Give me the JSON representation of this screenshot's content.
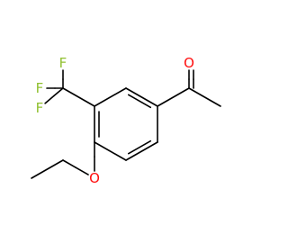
{
  "molecule": {
    "atoms": [
      {
        "id": "ring-c1",
        "element": "C",
        "label": ""
      },
      {
        "id": "ring-c2",
        "element": "C",
        "label": ""
      },
      {
        "id": "ring-c3",
        "element": "C",
        "label": ""
      },
      {
        "id": "ring-c4",
        "element": "C",
        "label": ""
      },
      {
        "id": "ring-c5",
        "element": "C",
        "label": ""
      },
      {
        "id": "ring-c6",
        "element": "C",
        "label": ""
      },
      {
        "id": "carbonyl-c",
        "element": "C",
        "label": ""
      },
      {
        "id": "carbonyl-o",
        "element": "O",
        "label": "O"
      },
      {
        "id": "acetyl-methyl",
        "element": "C",
        "label": ""
      },
      {
        "id": "cf3-c",
        "element": "C",
        "label": ""
      },
      {
        "id": "fluorine-1",
        "element": "F",
        "label": "F"
      },
      {
        "id": "fluorine-2",
        "element": "F",
        "label": "F"
      },
      {
        "id": "fluorine-3",
        "element": "F",
        "label": "F"
      },
      {
        "id": "ether-o",
        "element": "O",
        "label": "O"
      },
      {
        "id": "ethyl-ch2",
        "element": "C",
        "label": ""
      },
      {
        "id": "ethyl-ch3",
        "element": "C",
        "label": ""
      }
    ],
    "colors": {
      "bond": "#000000",
      "oxygen": "#ff0d0d",
      "fluorine": "#90c030"
    }
  }
}
